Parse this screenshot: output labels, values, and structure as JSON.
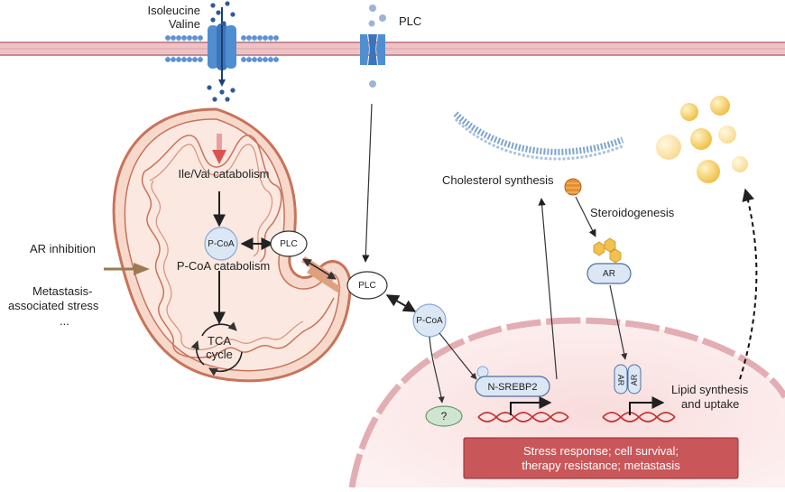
{
  "labels": {
    "isoleucine": "Isoleucine",
    "valine": "Valine",
    "plc_top": "PLC",
    "ile_val_catabolism": "Ile/Val catabolism",
    "pcoa_mito": "P-CoA",
    "plc_mito": "PLC",
    "pcoa_catabolism": "P-CoA catabolism",
    "tca_line1": "TCA",
    "tca_line2": "cycle",
    "ar_inhibition": "AR inhibition",
    "metastasis_line1": "Metastasis-",
    "metastasis_line2": "associated stress",
    "ellipsis": "...",
    "plc_cyto": "PLC",
    "pcoa_cyto": "P-CoA",
    "nsrebp2": "N-SREBP2",
    "question": "?",
    "cholesterol_synthesis": "Cholesterol synthesis",
    "steroidogenesis": "Steroidogenesis",
    "ar_cyto": "AR",
    "ar_dimer_left": "AR",
    "ar_dimer_right": "AR",
    "lipid_line1": "Lipid synthesis",
    "lipid_line2": "and uptake",
    "outcome_line1": "Stress response; cell survival;",
    "outcome_line2": "therapy resistance; metastasis"
  },
  "colors": {
    "membrane": "#e8b4b8",
    "membrane_edge": "#c98a90",
    "mito_fill": "#f6d3c6",
    "mito_edge": "#c9735a",
    "nucleus_fill": "#fbe4e4",
    "nucleus_edge": "#d98a92",
    "transporter": "#3f7fc1",
    "dots": "#2e5a9c",
    "outcome_box": "#c9575a",
    "dna_red": "#c53030",
    "lipid": "#f2c14e",
    "arrow_brown": "#9c7a52"
  }
}
